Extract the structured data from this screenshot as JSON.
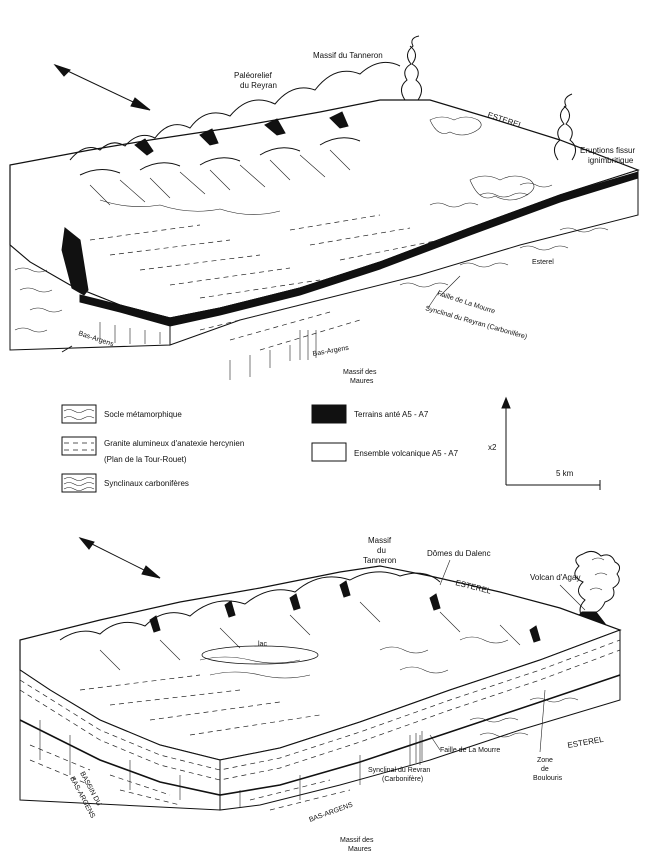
{
  "top": {
    "labels": {
      "paleorelief": [
        "Paléorelief",
        "du Reyran"
      ],
      "tanneron": "Massif du Tanneron",
      "esterel": "ESTEREL",
      "eruptions": [
        "Eruptions fissur",
        "ignimbritique"
      ],
      "esterel_small": "Esterel",
      "faille": "Faille de La Mourre",
      "synclinal": "Synclinal du Reyran (Carbonifère)",
      "bas_argens_left": "Bas-Argens",
      "bas_argens": "Bas-Argens",
      "massif_maures": [
        "Massif des",
        "Maures"
      ]
    }
  },
  "legend": {
    "items": [
      {
        "key": "socle",
        "label": "Socle métamorphique"
      },
      {
        "key": "granite",
        "label": "Granite alumineux d'anatexie hercynien"
      },
      {
        "key": "granite_sub",
        "label": "(Plan de la Tour-Rouet)"
      },
      {
        "key": "synclinaux",
        "label": "Synclinaux carbonifères"
      },
      {
        "key": "ante",
        "label": "Terrains anté A5 - A7"
      },
      {
        "key": "volc",
        "label": "Ensemble volcanique A5 - A7"
      }
    ],
    "scale_vertical": "x2",
    "scale_km": "5 km"
  },
  "bottom": {
    "labels": {
      "tanneron": [
        "Massif",
        "du",
        "Tanneron"
      ],
      "domes": "Dômes du Dalenc",
      "esterel": "ESTEREL",
      "volcan": "Volcan d'Agay",
      "lac": "lac",
      "zone": [
        "Zone",
        "de",
        "Boulouris"
      ],
      "esterel_right": "ESTEREL",
      "faille": "Faille de La Mourre",
      "synclinal": [
        "Synclinal du Revran",
        "(Carbonifère)"
      ],
      "bassin": [
        "BASSIN DU",
        "BAS-ARGENS"
      ],
      "bas_argens": "BAS-ARGENS",
      "massif_maures": [
        "Massif des",
        "Maures"
      ]
    }
  }
}
